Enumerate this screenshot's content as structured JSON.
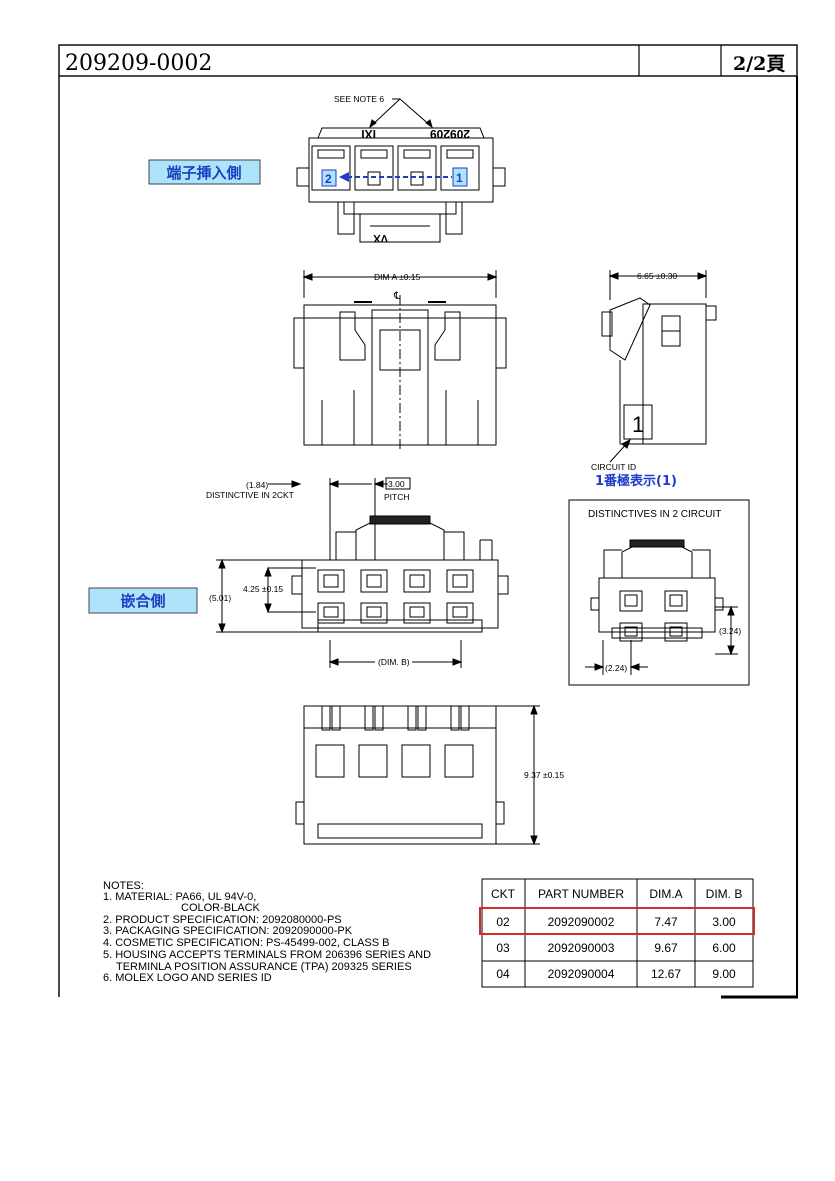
{
  "header": {
    "drawing_number": "209209-0002",
    "page": "2/2頁"
  },
  "labels": {
    "see_note": "SEE NOTE 6",
    "mirror_text": "209209",
    "ix_mark": "IXI",
    "terminal_insert_side": "端子挿入側",
    "mating_side": "嵌合側",
    "pin2": "2",
    "pin1": "1",
    "vx_mark": "VX",
    "dim_a": "DIM A ±0.15",
    "centerline": "℄",
    "width_side": "6.65 ±0.30",
    "circuit_id": "CIRCUIT ID",
    "circuit_id_jp": "1番極表示(1)",
    "circuit_box_digit": "1",
    "distinctive_value": "(1.84)",
    "distinctive_label": "DISTINCTIVE IN 2CKT",
    "pitch_value": "3.00",
    "pitch_label": "PITCH",
    "height_outer": "(5.01)",
    "height_inner": "4.25 ±0.15",
    "dim_b": "(DIM. B)",
    "inset_title": "DISTINCTIVES IN 2 CIRCUIT",
    "inset_dim_v": "(3.24)",
    "inset_dim_h": "(2.24)",
    "depth_dim": "9.37 ±0.15"
  },
  "notes": {
    "title": "NOTES:",
    "lines": [
      "1. MATERIAL: PA66, UL 94V-0,",
      "COLOR-BLACK",
      "2. PRODUCT SPECIFICATION: 2092080000-PS",
      "3. PACKAGING SPECIFICATION: 2092090000-PK",
      "4. COSMETIC SPECIFICATION: PS-45499-002, CLASS B",
      "5. HOUSING ACCEPTS TERMINALS FROM 206396 SERIES AND",
      "TERMINLA POSITION ASSURANCE (TPA) 209325 SERIES",
      "6. MOLEX LOGO AND SERIES ID"
    ]
  },
  "table": {
    "headers": [
      "CKT",
      "PART NUMBER",
      "DIM.A",
      "DIM. B"
    ],
    "rows": [
      [
        "02",
        "2092090002",
        "7.47",
        "3.00"
      ],
      [
        "03",
        "2092090003",
        "9.67",
        "6.00"
      ],
      [
        "04",
        "2092090004",
        "12.67",
        "9.00"
      ]
    ]
  },
  "colors": {
    "label_box": "#aee4fb",
    "label_text": "#1a3fbf",
    "highlight": "#d12b2b",
    "arrow_blue": "#1f3cc9"
  }
}
